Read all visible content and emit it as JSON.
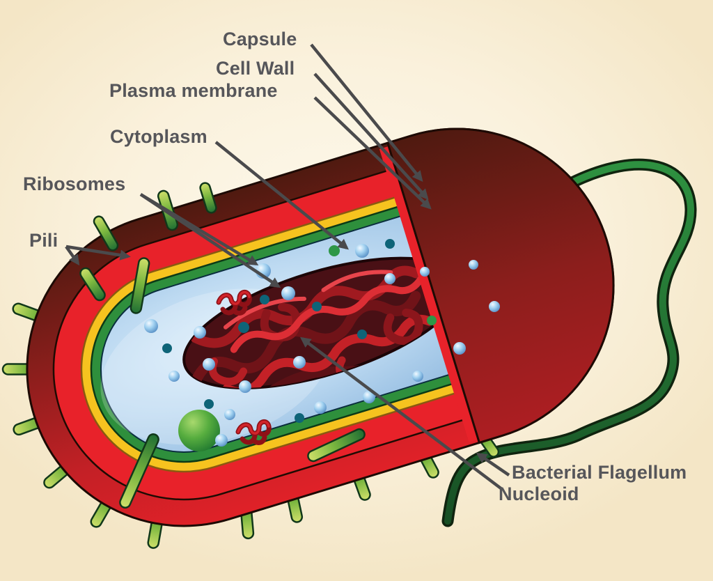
{
  "labels": {
    "capsule": "Capsule",
    "cell_wall": "Cell Wall",
    "plasma_membrane": "Plasma membrane",
    "cytoplasm": "Cytoplasm",
    "ribosomes": "Ribosomes",
    "pili": "Pili",
    "bacterial_flagellum": "Bacterial Flagellum",
    "nucleoid": "Nucleoid"
  },
  "palette": {
    "background_cream": "#faf1dc",
    "label_text": "#56565a",
    "pointer_line": "#4a4a4c",
    "capsule_dark": "#5a1b12",
    "capsule_red": "#e8222a",
    "cell_wall_yellow": "#f6c31f",
    "plasma_membrane_green": "#2e8f3c",
    "cytoplasm_blue": "#aecfec",
    "nucleoid_red": "#a01a20",
    "ribosome_blue": "#9fd0f0",
    "teal_granule": "#0e6478",
    "pilus_green": "#55a43c",
    "flagellum_green": "#2e8b3c",
    "storage_granule_green": "#57ad3f"
  }
}
